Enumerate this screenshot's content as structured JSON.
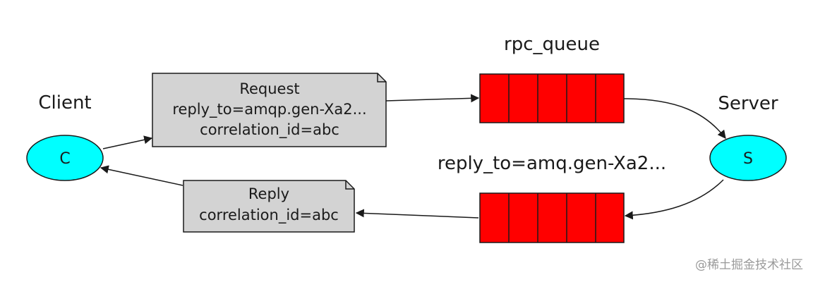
{
  "labels": {
    "client": "Client",
    "server": "Server",
    "rpc_queue": "rpc_queue",
    "reply_queue": "reply_to=amq.gen-Xa2..."
  },
  "nodes": {
    "client_letter": "C",
    "server_letter": "S"
  },
  "request": {
    "line1": "Request",
    "line2": "reply_to=amqp.gen-Xa2...",
    "line3": "correlation_id=abc"
  },
  "reply": {
    "line1": "Reply",
    "line2": "correlation_id=abc"
  },
  "queues": {
    "rpc_queue_slots": 5,
    "reply_queue_slots": 5
  },
  "colors": {
    "node_fill": "#00ffff",
    "queue_fill": "#ff0000",
    "message_fill": "#d3d3d3",
    "line": "#1a1a1a"
  },
  "watermark": "@稀土掘金技术社区"
}
